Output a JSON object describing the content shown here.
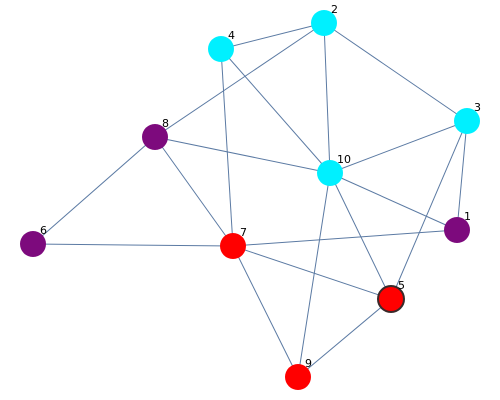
{
  "graph": {
    "colors": {
      "edge": "#5b7aa3",
      "cyan": "#00f0ff",
      "purple": "#7d0a7d",
      "red": "#ff0000",
      "highlight_stroke": "#3a2a2a"
    },
    "nodes": [
      {
        "id": "1",
        "label": "1",
        "color": "purple"
      },
      {
        "id": "2",
        "label": "2",
        "color": "cyan"
      },
      {
        "id": "3",
        "label": "3",
        "color": "cyan"
      },
      {
        "id": "4",
        "label": "4",
        "color": "cyan"
      },
      {
        "id": "5",
        "label": "5",
        "color": "red",
        "highlighted": true
      },
      {
        "id": "6",
        "label": "6",
        "color": "purple"
      },
      {
        "id": "7",
        "label": "7",
        "color": "red"
      },
      {
        "id": "8",
        "label": "8",
        "color": "purple"
      },
      {
        "id": "9",
        "label": "9",
        "color": "red"
      },
      {
        "id": "10",
        "label": "10",
        "color": "cyan"
      }
    ],
    "edges": [
      [
        "4",
        "2"
      ],
      [
        "4",
        "7"
      ],
      [
        "4",
        "10"
      ],
      [
        "2",
        "3"
      ],
      [
        "2",
        "10"
      ],
      [
        "2",
        "8"
      ],
      [
        "3",
        "10"
      ],
      [
        "3",
        "1"
      ],
      [
        "3",
        "5"
      ],
      [
        "8",
        "10"
      ],
      [
        "8",
        "6"
      ],
      [
        "8",
        "7"
      ],
      [
        "10",
        "1"
      ],
      [
        "10",
        "5"
      ],
      [
        "10",
        "9"
      ],
      [
        "6",
        "7"
      ],
      [
        "7",
        "1"
      ],
      [
        "7",
        "5"
      ],
      [
        "7",
        "9"
      ],
      [
        "5",
        "9"
      ]
    ]
  }
}
